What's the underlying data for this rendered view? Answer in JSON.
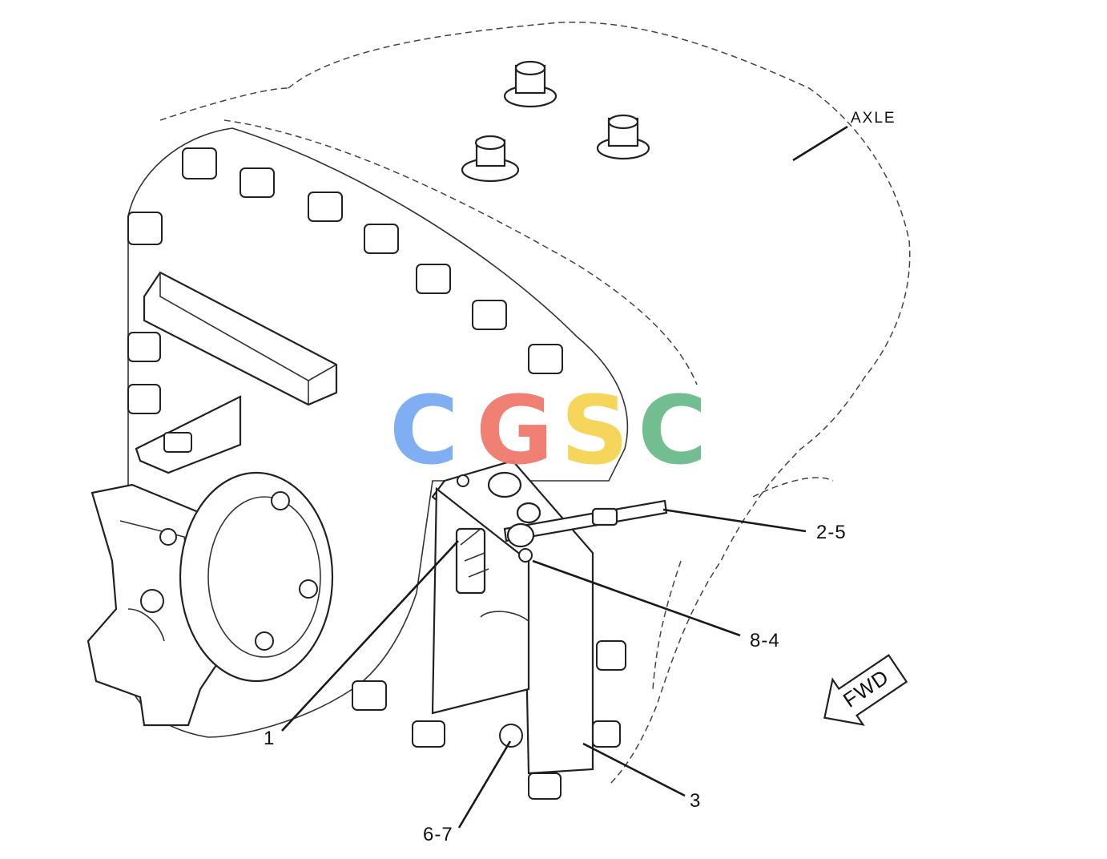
{
  "watermark": {
    "letters": [
      {
        "char": "C",
        "color": "#7aaaf2"
      },
      {
        "char": "G",
        "color": "#ef7a6c"
      },
      {
        "char": "S",
        "color": "#f5d352"
      },
      {
        "char": "C",
        "color": "#6cbb8c"
      }
    ]
  },
  "labels": {
    "axle": "AXLE",
    "callout_2_5": "2-5",
    "callout_8_4": "8-4",
    "callout_1": "1",
    "callout_3": "3",
    "callout_6_7": "6-7"
  },
  "fwd_arrow": {
    "text": "FWD"
  }
}
